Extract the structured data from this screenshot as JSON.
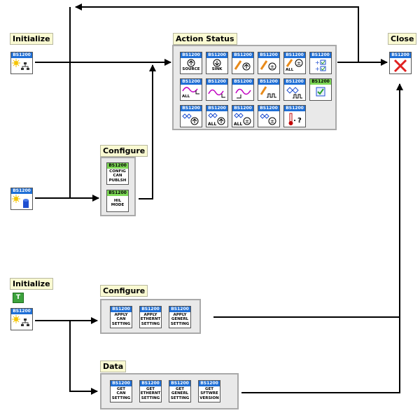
{
  "labels": {
    "initialize_top": "Initialize",
    "action_status": "Action Status",
    "close": "Close",
    "configure_top": "Configure",
    "initialize_bottom": "Initialize",
    "configure_bottom": "Configure",
    "data": "Data"
  },
  "icon_header": "BS1200",
  "terminal_letter": "T",
  "action_icons": {
    "source": "SOURCE",
    "sink": "SINK",
    "all": "ALL"
  },
  "configure_top_icons": {
    "can_publish": [
      "CONFIG",
      "CAN",
      "PUBLSH"
    ],
    "hil_mode": [
      "HIL",
      "MODE"
    ]
  },
  "configure_bottom_icons": {
    "can": [
      "APPLY",
      "CAN",
      "SETTING"
    ],
    "ethernet": [
      "APPLY",
      "ETHERNT",
      "SETTING"
    ],
    "general": [
      "APPLY",
      "GENERL",
      "SETTING"
    ]
  },
  "data_icons": {
    "can": [
      "GET",
      "CAN",
      "SETTING"
    ],
    "ethernet": [
      "GET",
      "ETHERNT",
      "SETTING"
    ],
    "general": [
      "GET",
      "GENERL",
      "SETTING"
    ],
    "software": [
      "GET",
      "SFTWRE",
      "VERSION"
    ]
  },
  "colors": {
    "icon_header_blue": "#1f6fd6",
    "icon_header_green": "#7ed957",
    "label_bg": "#fafad2",
    "close_x": "#e02020",
    "wire": "#000000"
  }
}
